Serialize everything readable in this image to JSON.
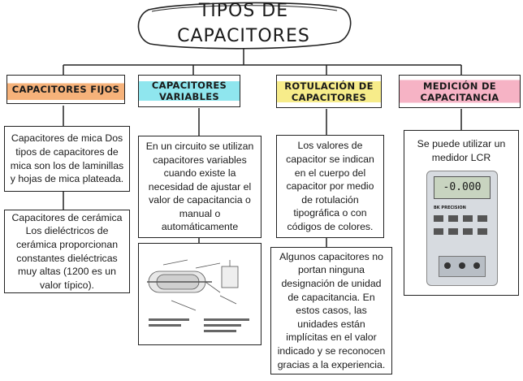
{
  "title": {
    "line1": "TIPOS DE",
    "line2": "CAPACITORES"
  },
  "columns": [
    {
      "header": "CAPACITORES FIJOS",
      "boxes": [
        "Capacitores de mica Dos tipos de capacitores de mica son los de laminillas y hojas de mica plateada.",
        "Capacitores de cerámica Los dieléctricos de cerámica proporcionan constantes dieléctricas muy altas (1200 es un valor típico)."
      ]
    },
    {
      "header": "CAPACITORES VARIABLES",
      "boxes": [
        "En un circuito se utilizan capacitores variables cuando existe la necesidad de ajustar el valor de capacitancia o manual o automáticamente"
      ]
    },
    {
      "header": "ROTULACIÓN DE CAPACITORES",
      "boxes": [
        "Los valores de capacitor se indican en el cuerpo del capacitor por medio de rotulación tipográfica o con códigos de colores.",
        "Algunos capacitores no portan ninguna designación de unidad de capacitancia. En estos casos, las unidades están implícitas en el valor indicado y se reconocen gracias a la experiencia."
      ]
    },
    {
      "header": "MEDICIÓN DE CAPACITANCIA",
      "boxes": [
        "Se puede utilizar un medidor LCR"
      ]
    }
  ],
  "meter": {
    "display": "-0.000",
    "brand": "BK PRECISION"
  },
  "colors": {
    "orange": "#f6b27a",
    "cyan": "#8fe6ee",
    "yellow": "#f7ec8a",
    "pink": "#f6b3c5"
  }
}
